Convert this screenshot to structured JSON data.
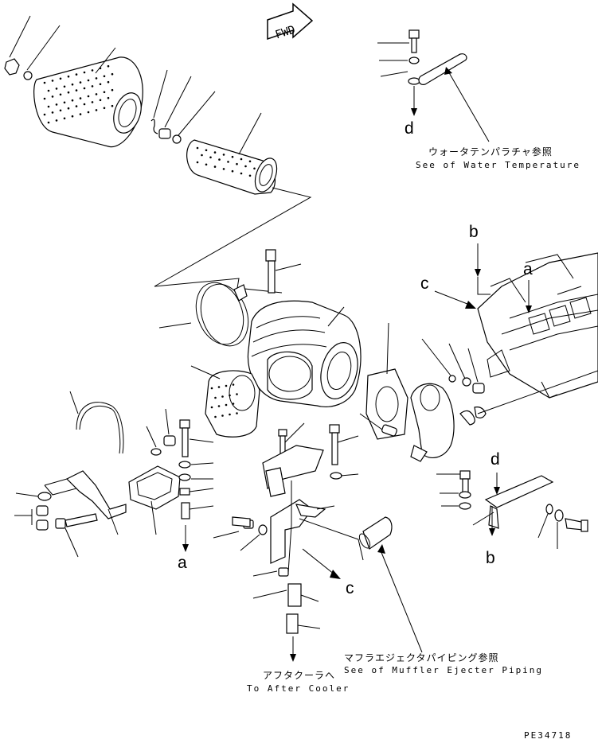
{
  "direction_tag": "FWD",
  "letters": {
    "a": "a",
    "b": "b",
    "c": "c",
    "d": "d"
  },
  "notes": {
    "water_temp_jp": "ウォータテンパラチャ参照",
    "water_temp_en": "See of Water Temperature",
    "muffler_jp": "マフラエジェクタパイピング参照",
    "muffler_en": "See of Muffler Ejecter Piping",
    "aftercooler_jp": "アフタクーラへ",
    "aftercooler_en": "To After Cooler"
  },
  "drawing_number": "PE34718"
}
